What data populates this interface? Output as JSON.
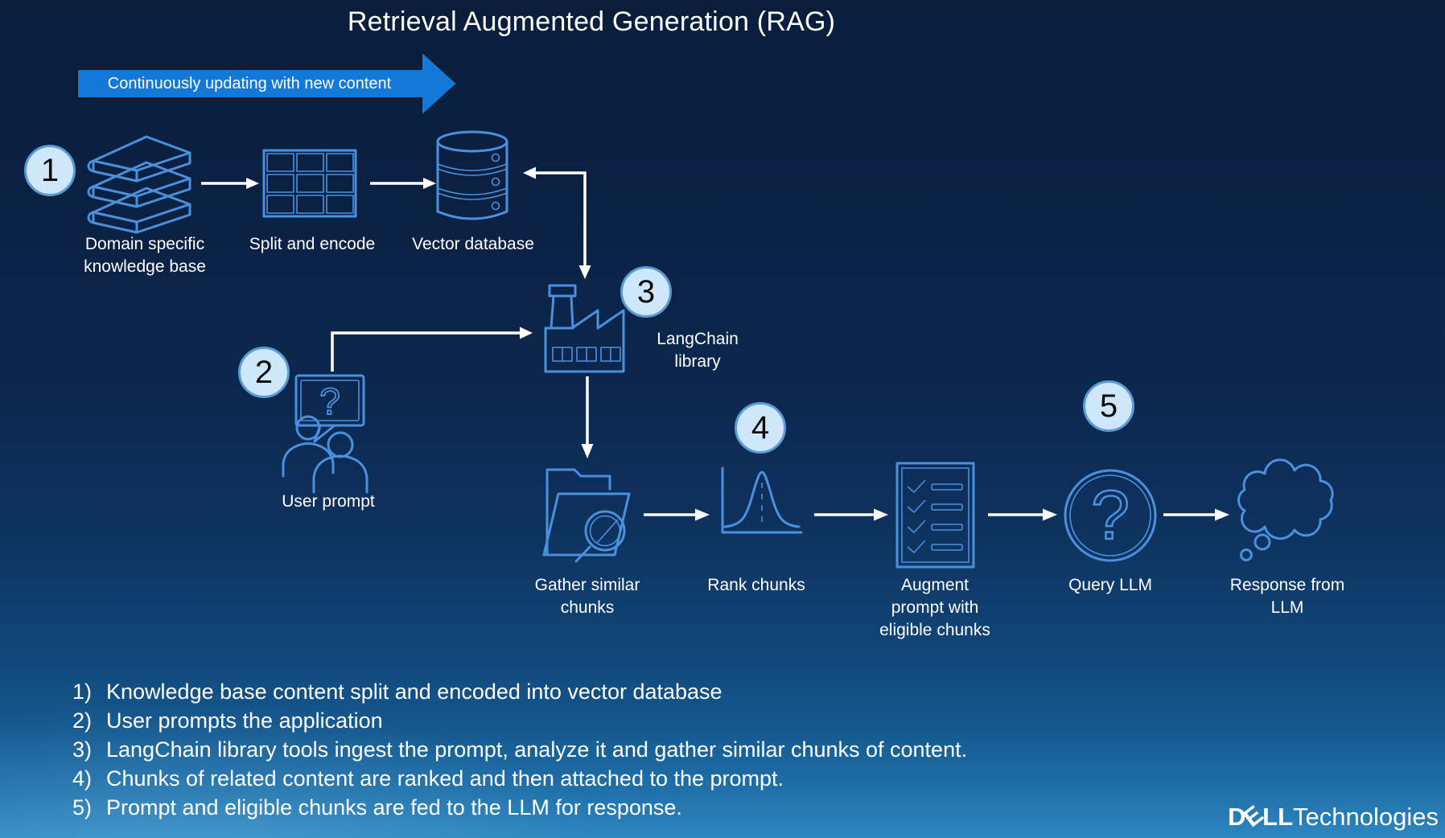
{
  "title": "Retrieval Augmented Generation (RAG)",
  "banner": {
    "label": "Continuously updating with new content"
  },
  "badges": [
    {
      "number": "1"
    },
    {
      "number": "2"
    },
    {
      "number": "3"
    },
    {
      "number": "4"
    },
    {
      "number": "5"
    }
  ],
  "nodes": {
    "knowledge_base": "Domain specific knowledge base",
    "split_encode": "Split and encode",
    "vector_db": "Vector database",
    "langchain": "LangChain library",
    "user_prompt": "User prompt",
    "gather": "Gather similar chunks",
    "rank": "Rank chunks",
    "augment": "Augment prompt with eligible chunks",
    "query": "Query LLM",
    "response": "Response from LLM"
  },
  "legend": {
    "items": [
      {
        "num": "1)",
        "text": "Knowledge base content split and encoded into vector database"
      },
      {
        "num": "2)",
        "text": "User prompts the application"
      },
      {
        "num": "3)",
        "text": "LangChain library tools ingest the prompt, analyze it and gather similar chunks of content."
      },
      {
        "num": "4)",
        "text": "Chunks of related content are ranked and then attached to the prompt."
      },
      {
        "num": "5)",
        "text": "Prompt and eligible chunks are fed to the LLM for response."
      }
    ]
  },
  "footer": {
    "brand_d": "D",
    "brand_e": "E",
    "brand_ll": "LL",
    "brand_suffix": "Technologies"
  },
  "colors": {
    "background_top": "#0a1e3c",
    "background_bottom": "#2e86c0",
    "banner_fill": "#1478d8",
    "icon_stroke": "#4a90dd",
    "badge_fill": "#cfe7fb",
    "badge_border": "#5b9bd5",
    "text": "#ffffff"
  }
}
